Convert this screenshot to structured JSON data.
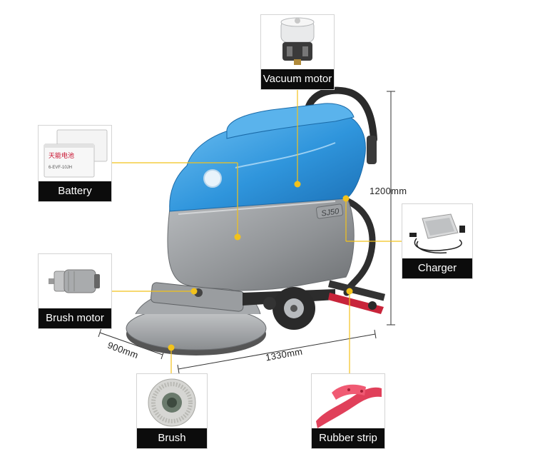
{
  "parts": {
    "vacuum_motor": "Vacuum motor",
    "battery": "Battery",
    "charger": "Charger",
    "brush_motor": "Brush motor",
    "brush": "Brush",
    "rubber_strip": "Rubber strip"
  },
  "dimensions": {
    "height": "1200mm",
    "length": "1330mm",
    "width": "900mm"
  },
  "machine_model": "SJ50",
  "battery_print": {
    "brand": "天能电池",
    "model": "6-EVF-10JH"
  },
  "colors": {
    "label_bg": "#0c0c0c",
    "label_text": "#ffffff",
    "leader_line": "#f2c21b",
    "body_blue": "#2f95dc",
    "body_gray": "#8f9295"
  }
}
